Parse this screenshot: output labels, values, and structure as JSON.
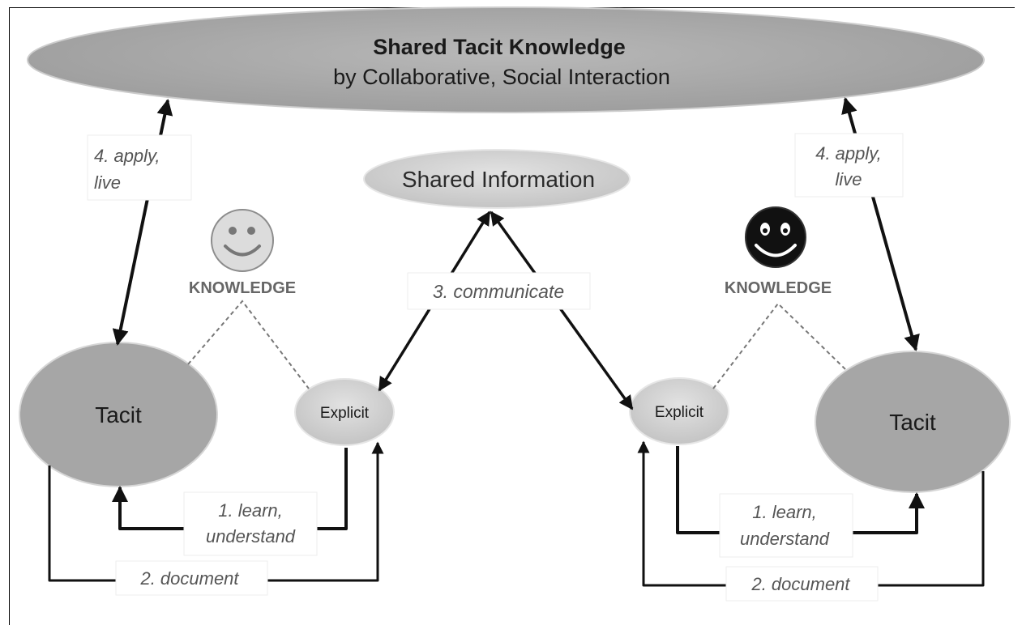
{
  "diagram": {
    "top_ellipse": {
      "title": "Shared Tacit Knowledge",
      "subtitle": "by Collaborative, Social Interaction"
    },
    "shared_information": "Shared Information",
    "left": {
      "tacit": "Tacit",
      "explicit": "Explicit",
      "knowledge": "KNOWLEDGE",
      "apply_line1": "4. apply,",
      "apply_line2": "live",
      "learn_line1": "1. learn,",
      "learn_line2": "understand",
      "document": "2. document"
    },
    "right": {
      "tacit": "Tacit",
      "explicit": "Explicit",
      "knowledge": "KNOWLEDGE",
      "apply_line1": "4. apply,",
      "apply_line2": "live",
      "learn_line1": "1. learn,",
      "learn_line2": "understand",
      "document": "2. document"
    },
    "communicate": "3. communicate"
  },
  "colors": {
    "ellipse_fill": "#a9a9a9",
    "shared_info_fill": "#cfcfcf",
    "explicit_fill": "#d3d3d3",
    "arrow": "#111111",
    "label_text": "#555555",
    "title_text": "#1a1a1a",
    "dashed": "#777777",
    "smiley_light": "#d8d8d8",
    "smiley_dark": "#111111"
  },
  "icons": {
    "left_face": "smiley-light-icon",
    "right_face": "smiley-dark-icon"
  }
}
